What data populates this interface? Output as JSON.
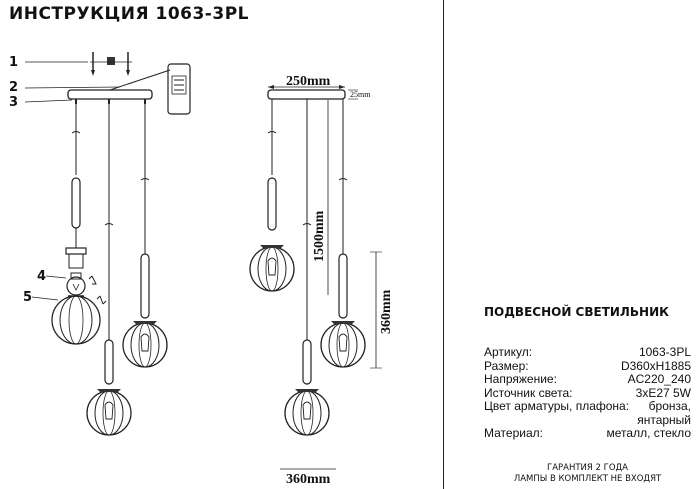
{
  "title": "ИНСТРУКЦИЯ 1063-3PL",
  "callouts": [
    "1",
    "2",
    "3",
    "4",
    "5"
  ],
  "dimensions": {
    "width_top": "250mm",
    "small": "25mm",
    "height": "1500mm",
    "shade": "360mm",
    "width_bottom": "360mm"
  },
  "product": {
    "name": "ПОДВЕСНОЙ СВЕТИЛЬНИК",
    "specs": [
      {
        "label": "Артикул:",
        "value": "1063-3PL"
      },
      {
        "label": "Размер:",
        "value": "D360xH1885"
      },
      {
        "label": "Напряжение:",
        "value": "AC220_240"
      },
      {
        "label": "Источник света:",
        "value": "3xE27 5W"
      },
      {
        "label": "Цвет арматуры, плафона:",
        "value": "бронза,",
        "continuation": "янтарный"
      },
      {
        "label": "Материал:",
        "value": "металл, стекло"
      }
    ]
  },
  "footer": {
    "line1": "ГАРАНТИЯ 2 ГОДА",
    "line2": "ЛАМПЫ В КОМПЛЕКТ НЕ ВХОДЯТ"
  }
}
